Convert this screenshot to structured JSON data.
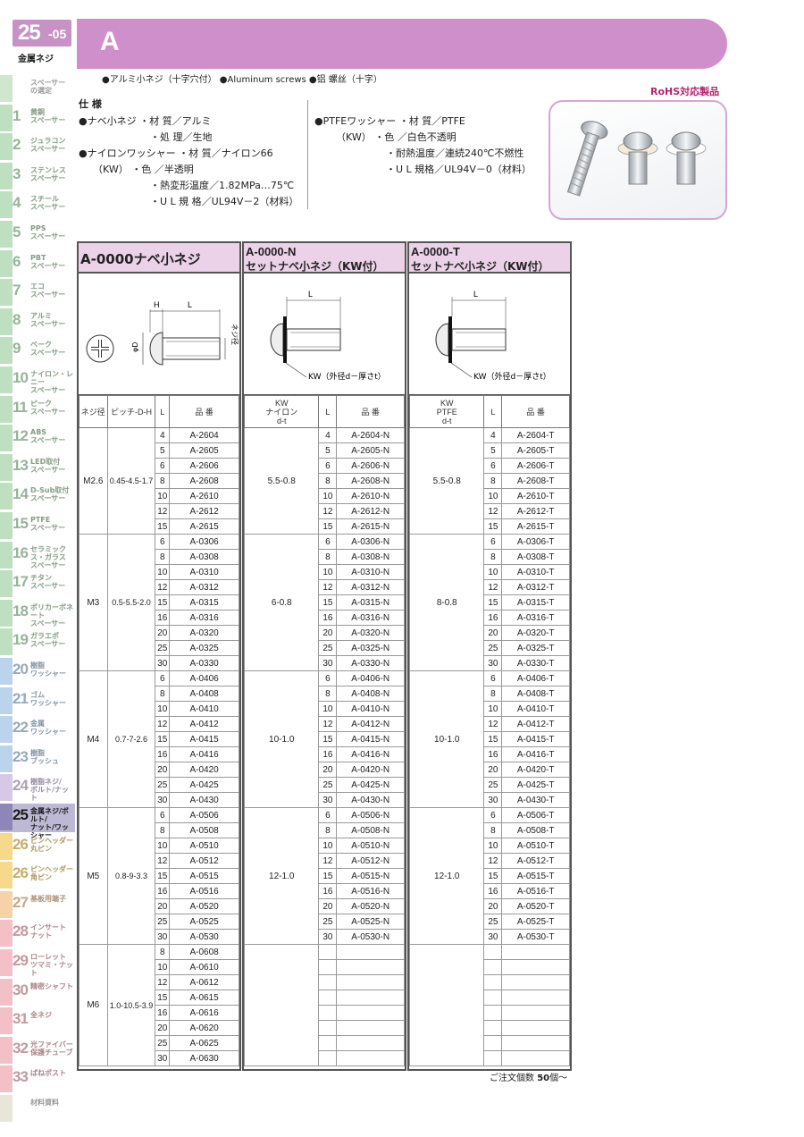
{
  "page": {
    "num_big": "25",
    "num_small": "-05",
    "category": "金属ネジ"
  },
  "banner": {
    "title": "A"
  },
  "subtitle": "●アルミ小ネジ（十字穴付） ●Aluminum screws ●铝 螺丝（十字）",
  "rohs": "RoHS対応製品",
  "sidebar": [
    {
      "num": "",
      "label": "スペーサー\nの選定",
      "color": "#cfe6cf"
    },
    {
      "num": "1",
      "label": "黄銅\nスペーサー",
      "color": "#bfe0c0"
    },
    {
      "num": "2",
      "label": "ジュラコン\nスペーサー",
      "color": "#bfe0c0"
    },
    {
      "num": "3",
      "label": "ステンレス\nスペーサー",
      "color": "#bfe0c0"
    },
    {
      "num": "4",
      "label": "スチール\nスペーサー",
      "color": "#bfe0c0"
    },
    {
      "num": "5",
      "label": "PPS\nスペーサー",
      "color": "#bfe0c0"
    },
    {
      "num": "6",
      "label": "PBT\nスペーサー",
      "color": "#bfe0c0"
    },
    {
      "num": "7",
      "label": "エコ\nスペーサー",
      "color": "#bfe0c0"
    },
    {
      "num": "8",
      "label": "アルミ\nスペーサー",
      "color": "#bfe0c0"
    },
    {
      "num": "9",
      "label": "ベーク\nスペーサー",
      "color": "#bfe0c0"
    },
    {
      "num": "10",
      "label": "ナイロン・レニー\nスペーサー",
      "color": "#bfe0c0"
    },
    {
      "num": "11",
      "label": "ピーク\nスペーサー",
      "color": "#bfe0c0"
    },
    {
      "num": "12",
      "label": "ABS\nスペーサー",
      "color": "#bfe0c0"
    },
    {
      "num": "13",
      "label": "LED取付\nスペーサー",
      "color": "#bfe0c0"
    },
    {
      "num": "14",
      "label": "D-Sub取付\nスペーサー",
      "color": "#bfe0c0"
    },
    {
      "num": "15",
      "label": "PTFE\nスペーサー",
      "color": "#bfe0c0"
    },
    {
      "num": "16",
      "label": "セラミックス・ガラス\nスペーサー",
      "color": "#bfe0c0"
    },
    {
      "num": "17",
      "label": "チタン\nスペーサー",
      "color": "#bfe0c0"
    },
    {
      "num": "18",
      "label": "ポリカーボネート\nスペーサー",
      "color": "#bfe0c0"
    },
    {
      "num": "19",
      "label": "ガラエポ\nスペーサー",
      "color": "#bfe0c0"
    },
    {
      "num": "20",
      "label": "樹脂\nワッシャー",
      "color": "#bcd3ec"
    },
    {
      "num": "21",
      "label": "ゴム\nワッシャー",
      "color": "#bcd3ec"
    },
    {
      "num": "22",
      "label": "金属\nワッシャー",
      "color": "#bcd3ec"
    },
    {
      "num": "23",
      "label": "樹脂\nブッシュ",
      "color": "#bcd3ec"
    },
    {
      "num": "24",
      "label": "樹脂ネジ/\nボルト/ナット",
      "color": "#d7c8e6"
    },
    {
      "num": "25",
      "label": "金属ネジ/ボルト/\nナット/ワッシャー",
      "color": "#8f86b8"
    },
    {
      "num": "26",
      "label": "ピンヘッダー\n丸ピン",
      "color": "#f6d98a"
    },
    {
      "num": "26",
      "label": "ピンヘッダー\n角ピン",
      "color": "#f6d98a"
    },
    {
      "num": "27",
      "label": "基板用端子",
      "color": "#f6d2a8"
    },
    {
      "num": "28",
      "label": "インサート\nナット",
      "color": "#f3c0c8"
    },
    {
      "num": "29",
      "label": "ローレット\nツマミ・ナット",
      "color": "#f3c0c8"
    },
    {
      "num": "30",
      "label": "精密シャフト",
      "color": "#f3c0c8"
    },
    {
      "num": "31",
      "label": "全ネジ",
      "color": "#f3c0c8"
    },
    {
      "num": "32",
      "label": "光ファイバー\n保護チューブ",
      "color": "#f3c0c8"
    },
    {
      "num": "33",
      "label": "ばねポスト",
      "color": "#f3c0c8"
    },
    {
      "num": "",
      "label": "材料資料",
      "color": "#e8e6d8"
    }
  ],
  "spec": {
    "heading": "仕 様",
    "left": [
      "●ナベ小ネジ ・材 質／アルミ",
      "・処 理／生地",
      "●ナイロンワッシャー ・材 質／ナイロン66",
      "（KW） ・色 ／半透明",
      "・熱変形温度／1.82MPa…75℃",
      "・U L 規 格／UL94V－2（材料）"
    ],
    "right": [
      "●PTFEワッシャー ・材 質／PTFE",
      "（KW） ・色 ／白色不透明",
      "・耐熱温度／連続240℃不燃性",
      "・U L 規格／UL94V－0（材料）"
    ]
  },
  "table1": {
    "title": "A-0000ナベ小ネジ",
    "fig_labels": {
      "H": "H",
      "L": "L",
      "D": "φD",
      "thread": "ネジ径"
    },
    "headers": [
      "ネジ径",
      "ピッチ-D-H",
      "L",
      "品 番"
    ],
    "groups": [
      {
        "size": "M2.6",
        "spec": "0.45-4.5-1.7",
        "rows": [
          [
            "4",
            "A-2604"
          ],
          [
            "5",
            "A-2605"
          ],
          [
            "6",
            "A-2606"
          ],
          [
            "8",
            "A-2608"
          ],
          [
            "10",
            "A-2610"
          ],
          [
            "12",
            "A-2612"
          ],
          [
            "15",
            "A-2615"
          ]
        ]
      },
      {
        "size": "M3",
        "spec": "0.5-5.5-2.0",
        "rows": [
          [
            "6",
            "A-0306"
          ],
          [
            "8",
            "A-0308"
          ],
          [
            "10",
            "A-0310"
          ],
          [
            "12",
            "A-0312"
          ],
          [
            "15",
            "A-0315"
          ],
          [
            "16",
            "A-0316"
          ],
          [
            "20",
            "A-0320"
          ],
          [
            "25",
            "A-0325"
          ],
          [
            "30",
            "A-0330"
          ]
        ]
      },
      {
        "size": "M4",
        "spec": "0.7-7-2.6",
        "rows": [
          [
            "6",
            "A-0406"
          ],
          [
            "8",
            "A-0408"
          ],
          [
            "10",
            "A-0410"
          ],
          [
            "12",
            "A-0412"
          ],
          [
            "15",
            "A-0415"
          ],
          [
            "16",
            "A-0416"
          ],
          [
            "20",
            "A-0420"
          ],
          [
            "25",
            "A-0425"
          ],
          [
            "30",
            "A-0430"
          ]
        ]
      },
      {
        "size": "M5",
        "spec": "0.8-9-3.3",
        "rows": [
          [
            "6",
            "A-0506"
          ],
          [
            "8",
            "A-0508"
          ],
          [
            "10",
            "A-0510"
          ],
          [
            "12",
            "A-0512"
          ],
          [
            "15",
            "A-0515"
          ],
          [
            "16",
            "A-0516"
          ],
          [
            "20",
            "A-0520"
          ],
          [
            "25",
            "A-0525"
          ],
          [
            "30",
            "A-0530"
          ]
        ]
      },
      {
        "size": "M6",
        "spec": "1.0-10.5-3.9",
        "rows": [
          [
            "8",
            "A-0608"
          ],
          [
            "10",
            "A-0610"
          ],
          [
            "12",
            "A-0612"
          ],
          [
            "15",
            "A-0615"
          ],
          [
            "16",
            "A-0616"
          ],
          [
            "20",
            "A-0620"
          ],
          [
            "25",
            "A-0625"
          ],
          [
            "30",
            "A-0630"
          ]
        ]
      }
    ]
  },
  "table2": {
    "title1": "A-0000-N",
    "title2": "セットナベ小ネジ（KW付）",
    "fig_labels": {
      "L": "L",
      "kw": "KW（外径d－厚さt）"
    },
    "headers": [
      "KW\nナイロン\nd-t",
      "L",
      "品 番"
    ],
    "groups": [
      {
        "kw": "5.5-0.8",
        "rows": [
          [
            "4",
            "A-2604-N"
          ],
          [
            "5",
            "A-2605-N"
          ],
          [
            "6",
            "A-2606-N"
          ],
          [
            "8",
            "A-2608-N"
          ],
          [
            "10",
            "A-2610-N"
          ],
          [
            "12",
            "A-2612-N"
          ],
          [
            "15",
            "A-2615-N"
          ]
        ]
      },
      {
        "kw": "6-0.8",
        "rows": [
          [
            "6",
            "A-0306-N"
          ],
          [
            "8",
            "A-0308-N"
          ],
          [
            "10",
            "A-0310-N"
          ],
          [
            "12",
            "A-0312-N"
          ],
          [
            "15",
            "A-0315-N"
          ],
          [
            "16",
            "A-0316-N"
          ],
          [
            "20",
            "A-0320-N"
          ],
          [
            "25",
            "A-0325-N"
          ],
          [
            "30",
            "A-0330-N"
          ]
        ]
      },
      {
        "kw": "10-1.0",
        "rows": [
          [
            "6",
            "A-0406-N"
          ],
          [
            "8",
            "A-0408-N"
          ],
          [
            "10",
            "A-0410-N"
          ],
          [
            "12",
            "A-0412-N"
          ],
          [
            "15",
            "A-0415-N"
          ],
          [
            "16",
            "A-0416-N"
          ],
          [
            "20",
            "A-0420-N"
          ],
          [
            "25",
            "A-0425-N"
          ],
          [
            "30",
            "A-0430-N"
          ]
        ]
      },
      {
        "kw": "12-1.0",
        "rows": [
          [
            "6",
            "A-0506-N"
          ],
          [
            "8",
            "A-0508-N"
          ],
          [
            "10",
            "A-0510-N"
          ],
          [
            "12",
            "A-0512-N"
          ],
          [
            "15",
            "A-0515-N"
          ],
          [
            "16",
            "A-0516-N"
          ],
          [
            "20",
            "A-0520-N"
          ],
          [
            "25",
            "A-0525-N"
          ],
          [
            "30",
            "A-0530-N"
          ]
        ]
      },
      {
        "kw": "",
        "rows": [
          [
            "",
            ""
          ],
          [
            "",
            ""
          ],
          [
            "",
            ""
          ],
          [
            "",
            ""
          ],
          [
            "",
            ""
          ],
          [
            "",
            ""
          ],
          [
            "",
            ""
          ],
          [
            "",
            ""
          ]
        ]
      }
    ]
  },
  "table3": {
    "title1": "A-0000-T",
    "title2": "セットナベ小ネジ（KW付）",
    "fig_labels": {
      "L": "L",
      "kw": "KW（外径d－厚さt）"
    },
    "headers": [
      "KW\nPTFE\nd-t",
      "L",
      "品 番"
    ],
    "groups": [
      {
        "kw": "5.5-0.8",
        "rows": [
          [
            "4",
            "A-2604-T"
          ],
          [
            "5",
            "A-2605-T"
          ],
          [
            "6",
            "A-2606-T"
          ],
          [
            "8",
            "A-2608-T"
          ],
          [
            "10",
            "A-2610-T"
          ],
          [
            "12",
            "A-2612-T"
          ],
          [
            "15",
            "A-2615-T"
          ]
        ]
      },
      {
        "kw": "8-0.8",
        "rows": [
          [
            "6",
            "A-0306-T"
          ],
          [
            "8",
            "A-0308-T"
          ],
          [
            "10",
            "A-0310-T"
          ],
          [
            "12",
            "A-0312-T"
          ],
          [
            "15",
            "A-0315-T"
          ],
          [
            "16",
            "A-0316-T"
          ],
          [
            "20",
            "A-0320-T"
          ],
          [
            "25",
            "A-0325-T"
          ],
          [
            "30",
            "A-0330-T"
          ]
        ]
      },
      {
        "kw": "10-1.0",
        "rows": [
          [
            "6",
            "A-0406-T"
          ],
          [
            "8",
            "A-0408-T"
          ],
          [
            "10",
            "A-0410-T"
          ],
          [
            "12",
            "A-0412-T"
          ],
          [
            "15",
            "A-0415-T"
          ],
          [
            "16",
            "A-0416-T"
          ],
          [
            "20",
            "A-0420-T"
          ],
          [
            "25",
            "A-0425-T"
          ],
          [
            "30",
            "A-0430-T"
          ]
        ]
      },
      {
        "kw": "12-1.0",
        "rows": [
          [
            "6",
            "A-0506-T"
          ],
          [
            "8",
            "A-0508-T"
          ],
          [
            "10",
            "A-0510-T"
          ],
          [
            "12",
            "A-0512-T"
          ],
          [
            "15",
            "A-0515-T"
          ],
          [
            "16",
            "A-0516-T"
          ],
          [
            "20",
            "A-0520-T"
          ],
          [
            "25",
            "A-0525-T"
          ],
          [
            "30",
            "A-0530-T"
          ]
        ]
      },
      {
        "kw": "",
        "rows": [
          [
            "",
            ""
          ],
          [
            "",
            ""
          ],
          [
            "",
            ""
          ],
          [
            "",
            ""
          ],
          [
            "",
            ""
          ],
          [
            "",
            ""
          ],
          [
            "",
            ""
          ],
          [
            "",
            ""
          ]
        ]
      }
    ]
  },
  "order": {
    "prefix": "ご注文個数 ",
    "qty": "50",
    "suffix": "個～"
  }
}
